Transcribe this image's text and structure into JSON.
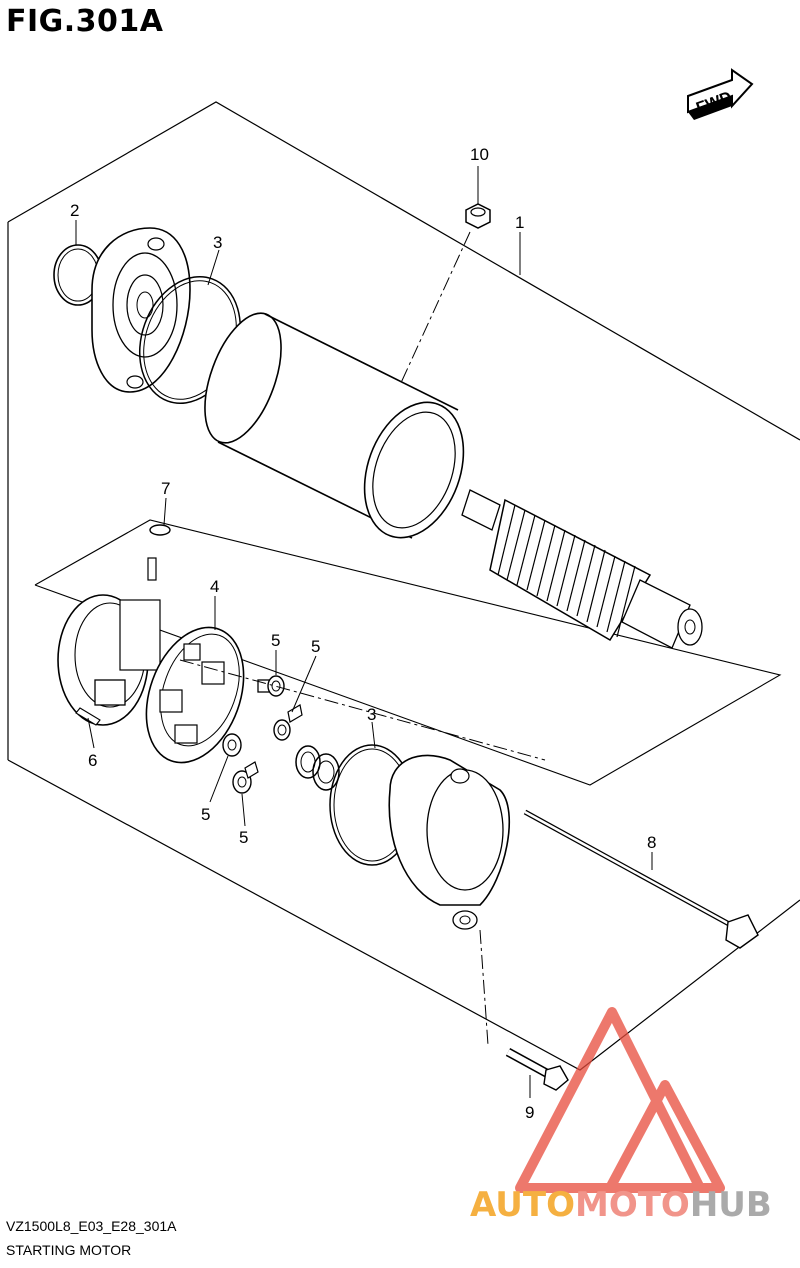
{
  "figure": {
    "title": "FIG.301A",
    "code": "VZ1500L8_E03_E28_301A",
    "name": "STARTING MOTOR",
    "fwd_label": "FWD"
  },
  "callouts": {
    "c1": "1",
    "c2": "2",
    "c3_top": "3",
    "c3_bottom": "3",
    "c4": "4",
    "c5_a": "5",
    "c5_b": "5",
    "c5_c": "5",
    "c5_d": "5",
    "c6": "6",
    "c7": "7",
    "c8": "8",
    "c9": "9",
    "c10": "10"
  },
  "watermark": {
    "part_a": "AUTO",
    "part_b": "MOTO",
    "part_c": "HUB",
    "color_a": "#f5b041",
    "color_b": "#f1948a",
    "color_c": "#aaaaaa",
    "logo_color": "#e74c3c"
  }
}
